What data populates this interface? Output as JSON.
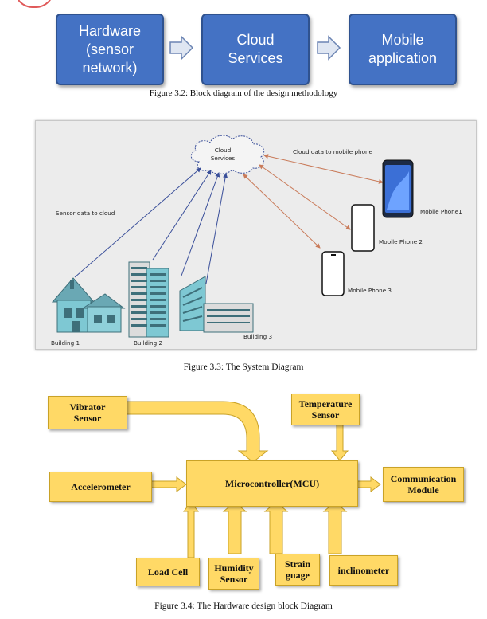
{
  "figure_3_2": {
    "boxes": [
      "Hardware\n(sensor\nnetwork)",
      "Cloud\nServices",
      "Mobile\napplication"
    ],
    "caption": "Figure 3.2: Block diagram of the design methodology",
    "colors": {
      "box_fill": "#4472c4",
      "arrow_fill": "#dfe6f2"
    }
  },
  "figure_3_3": {
    "cloud_label": "Cloud\nServices",
    "sensor_label": "Sensor data to cloud",
    "cloud_to_phone_label": "Cloud data to mobile phone",
    "buildings": [
      "Building 1",
      "Building 2",
      "Building 3"
    ],
    "phones": [
      "Mobile Phone1",
      "Mobile Phone 2",
      "Mobile Phone 3"
    ],
    "caption": "Figure 3.3: The System Diagram",
    "colors": {
      "sensor_lines": "#3a4f9a",
      "phone_lines": "#c97b5a",
      "building": "#7ec8d3"
    }
  },
  "figure_3_4": {
    "mcu": "Microcontroller(MCU)",
    "vibrator": "Vibrator\nSensor",
    "temperature": "Temperature\nSensor",
    "accelerometer": "Accelerometer",
    "communication": "Communication\nModule",
    "load_cell": "Load Cell",
    "humidity": "Humidity\nSensor",
    "strain": "Strain\nguage",
    "inclinometer": "inclinometer",
    "caption": "Figure 3.4: The Hardware design block Diagram",
    "colors": {
      "box_fill": "#ffd966"
    }
  }
}
